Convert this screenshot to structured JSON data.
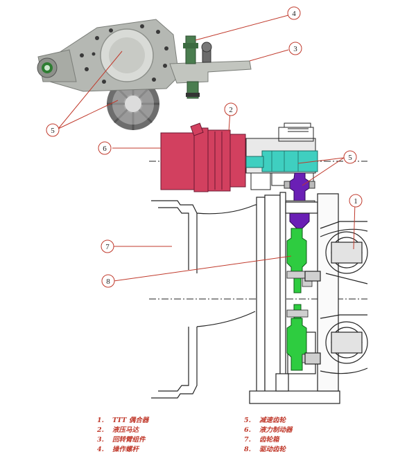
{
  "callouts": {
    "c1": "1",
    "c2": "2",
    "c3": "3",
    "c4": "4",
    "c5_top": "5",
    "c5_right": "5",
    "c6": "6",
    "c7": "7",
    "c8": "8"
  },
  "legend": [
    {
      "num": "1.",
      "label": "TTT 偶合器"
    },
    {
      "num": "2.",
      "label": "液压马达"
    },
    {
      "num": "3.",
      "label": "回转臂组件"
    },
    {
      "num": "4.",
      "label": "操作螺杆"
    },
    {
      "num": "5.",
      "label": "减速齿轮"
    },
    {
      "num": "6.",
      "label": "液力制动器"
    },
    {
      "num": "7.",
      "label": "齿轮箱"
    },
    {
      "num": "8.",
      "label": "驱动齿轮"
    }
  ],
  "colors": {
    "callout_line": "#c0392b",
    "motor": "#d2405f",
    "cyan_part": "#3fcfc0",
    "purple_gear": "#6a1fb5",
    "green_gear": "#2ecc40"
  }
}
